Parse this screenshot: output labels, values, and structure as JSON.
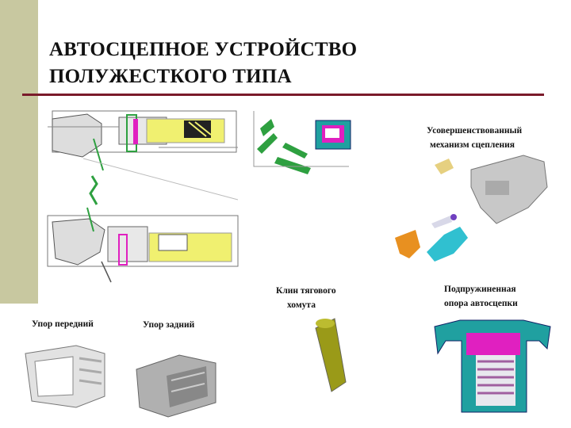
{
  "title": {
    "line1": "АВТОСЦЕПНОЕ УСТРОЙСТВО",
    "line2": "ПОЛУЖЕСТКОГО ТИПА"
  },
  "captions": {
    "mechanism_line1": "Усовершенствованный",
    "mechanism_line2": "механизм сцепления",
    "wedge_line1": "Клин тягового",
    "wedge_line2": "хомута",
    "spring_line1": "Подпружиненная",
    "spring_line2": "опора автосцепки",
    "front_stop": "Упор передний",
    "rear_stop": "Упор задний"
  },
  "colors": {
    "side_bar": "#c8c8a0",
    "rule": "#7a1a2a",
    "drawing_yellow": "#f0f070",
    "drawing_green": "#2ea040",
    "drawing_magenta": "#e020c0",
    "part_teal": "#20a0a0",
    "part_orange": "#e89020",
    "part_cyan": "#30c0d0",
    "wedge_olive": "#9a9a18"
  }
}
